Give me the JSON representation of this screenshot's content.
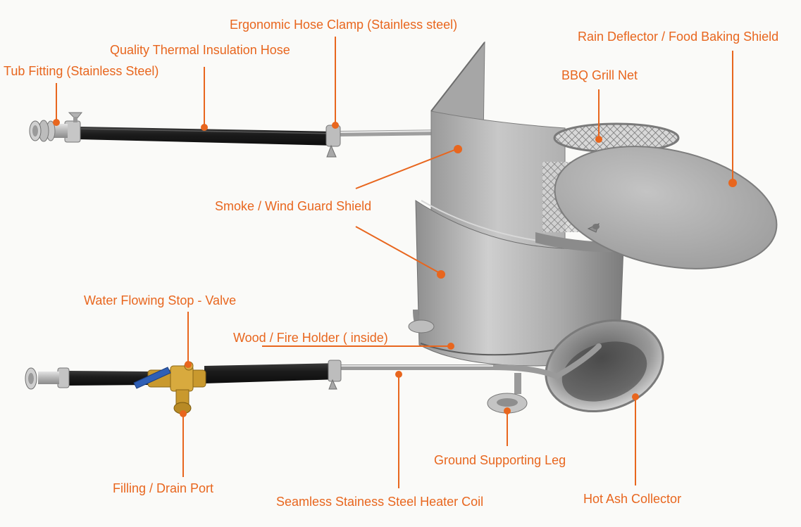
{
  "colors": {
    "accent": "#e8661e",
    "background": "#fafaf8",
    "steel_light": "#cfcfcf",
    "steel_dark": "#8f8f8f",
    "hose": "#1c1c1c",
    "brass": "#c9992e",
    "valve_handle": "#2f5fb5"
  },
  "callouts": [
    {
      "id": "hose-clamp",
      "text": "Ergonomic Hose Clamp (Stainless steel)"
    },
    {
      "id": "rain-deflector",
      "text": "Rain Deflector / Food Baking Shield"
    },
    {
      "id": "insulation-hose",
      "text": "Quality Thermal Insulation Hose"
    },
    {
      "id": "tub-fitting",
      "text": "Tub Fitting (Stainless Steel)"
    },
    {
      "id": "grill-net",
      "text": "BBQ Grill Net"
    },
    {
      "id": "smoke-shield",
      "text": "Smoke / Wind Guard Shield"
    },
    {
      "id": "stop-valve",
      "text": "Water Flowing Stop - Valve"
    },
    {
      "id": "fire-holder",
      "text": "Wood / Fire Holder ( inside)"
    },
    {
      "id": "supporting-leg",
      "text": "Ground Supporting Leg"
    },
    {
      "id": "drain-port",
      "text": "Filling / Drain Port"
    },
    {
      "id": "heater-coil",
      "text": "Seamless Stainess Steel Heater Coil"
    },
    {
      "id": "ash-collector",
      "text": "Hot Ash Collector"
    }
  ]
}
